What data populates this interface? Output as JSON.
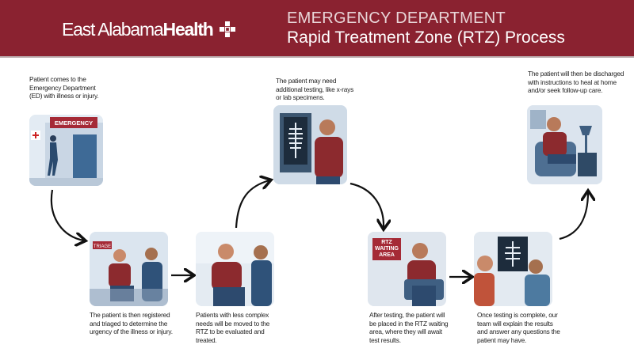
{
  "header": {
    "logo": {
      "light": "East Alabama",
      "bold": "Health"
    },
    "title_line1": "EMERGENCY DEPARTMENT",
    "title_line2": "Rapid Treatment Zone (RTZ) Process",
    "background": "#8a2230"
  },
  "steps": [
    {
      "caption": "Patient comes to the Emergency Department (ED) with illness or injury.",
      "sign": "EMERGENCY"
    },
    {
      "caption": "The patient is then registered and triaged to determine the urgency of the illness or injury.",
      "sign": "TRIAGE"
    },
    {
      "caption": "Patients with less complex needs will be moved to the RTZ to be evaluated and treated."
    },
    {
      "caption": "The patient may need additional testing, like x-rays or lab specimens."
    },
    {
      "caption": "After testing, the patient will be placed in the RTZ waiting area, where they will await test results.",
      "sign": "RTZ WAITING AREA"
    },
    {
      "caption": "Once testing is complete, our team will explain the results and answer any questions the patient may have."
    },
    {
      "caption": "The patient will then be discharged with instructions to heal at home and/or seek follow-up care."
    }
  ]
}
